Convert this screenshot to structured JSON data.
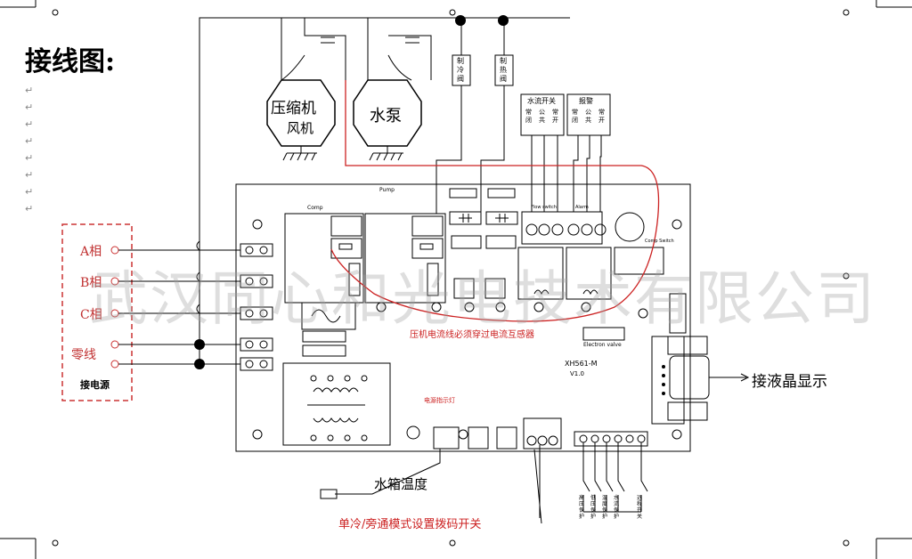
{
  "title": "接线图:",
  "watermark": "武汉同心和光电技术有限公司",
  "power_block": {
    "phases": [
      "A相",
      "B相",
      "C相"
    ],
    "neutral": "零线",
    "caption": "接电源"
  },
  "motors": [
    {
      "label_line1": "压缩机",
      "label_line2": "风机"
    },
    {
      "label_line1": "水泵",
      "label_line2": ""
    }
  ],
  "valves": [
    {
      "label": "制冷阀"
    },
    {
      "label": "制热阀"
    }
  ],
  "switch_groups": [
    {
      "title": "水流开关",
      "pins": [
        "常闭",
        "公共",
        "常开"
      ]
    },
    {
      "title": "报警",
      "pins": [
        "常闭",
        "公共",
        "常开"
      ]
    }
  ],
  "board": {
    "model": "XH561-M",
    "version": "V1.0",
    "red_note": "压机电流线必须穿过电流互感器",
    "indicator_note": "电源指示灯",
    "small_labels": {
      "pump": "Pump",
      "comp": "Comp",
      "alarm": "Alarm",
      "flow": "Flow switch",
      "comp_switch": "Comp Switch",
      "elec_valve": "Electron valve"
    }
  },
  "tank_temp": "水箱温度",
  "dip_switch": "单冷/旁通模式设置拨码开关",
  "display": "接液晶显示",
  "bottom_inputs": [
    "高压保护",
    "低压保护",
    "温度保护",
    "水流保护",
    "远程开关"
  ],
  "colors": {
    "line": "#000000",
    "red": "#cc2222",
    "label_red": "#c03030",
    "dash": "#cc3333"
  }
}
